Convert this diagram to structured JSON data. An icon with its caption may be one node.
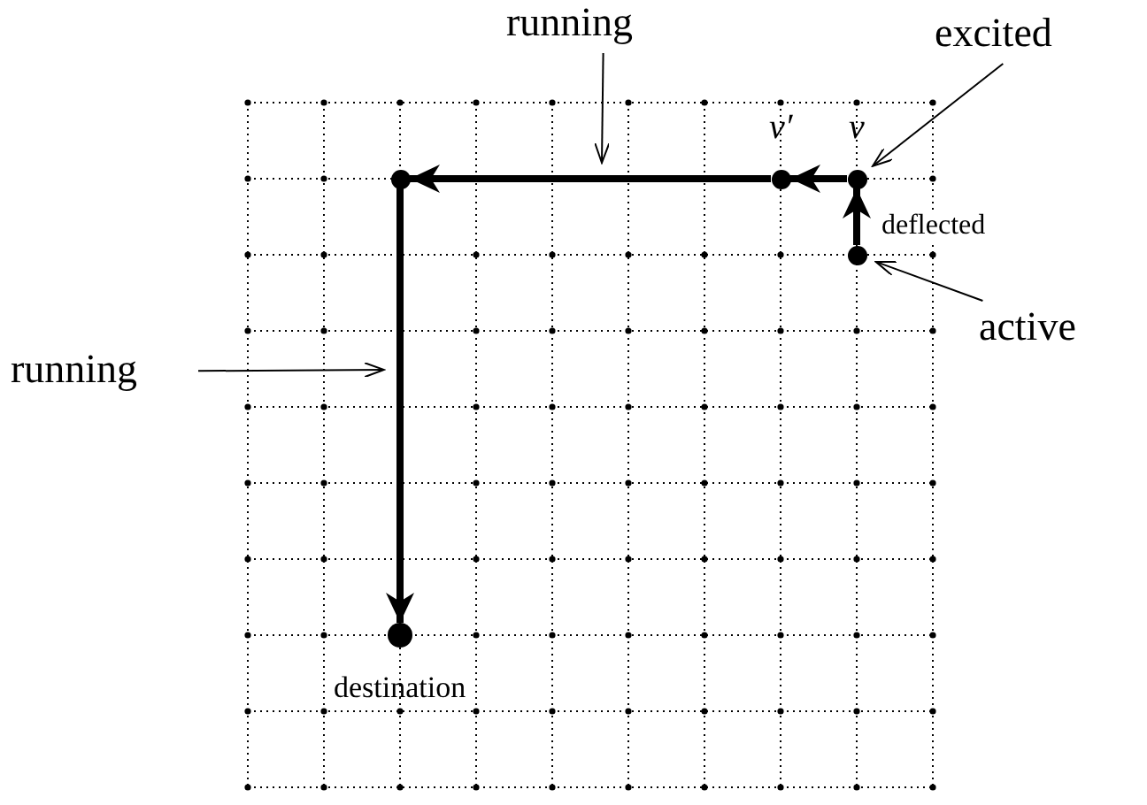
{
  "diagram": {
    "nodes": [
      {
        "text": [
          "excited"
        ]
      },
      {
        "text": [],
        "shape": "circle",
        "beside": [
          "v"
        ]
      },
      {
        "text": [],
        "shape": "circle",
        "beside": [
          "v′"
        ]
      },
      {
        "text": [],
        "shape": "circle"
      },
      {
        "text": [
          "active"
        ]
      },
      {
        "text": [
          "running"
        ]
      },
      {
        "text": [],
        "shape": "circle"
      },
      {
        "text": [
          "running"
        ]
      },
      {
        "text": [],
        "shape": "circle",
        "beside": [
          "destination"
        ]
      }
    ],
    "edges": [
      {
        "from": 3,
        "to": 1,
        "arrow": "to",
        "style": "thick",
        "label": "deflected"
      },
      {
        "from": 1,
        "to": 2,
        "arrow": "to",
        "style": "thick"
      },
      {
        "from": 2,
        "to": 6,
        "arrow": "to",
        "style": "thick"
      },
      {
        "from": 6,
        "to": 8,
        "arrow": "to",
        "style": "thick"
      },
      {
        "from": 0,
        "to": 1,
        "arrow": "to"
      },
      {
        "from": 4,
        "to": 3,
        "arrow": "to"
      },
      {
        "from": 5,
        "to": null,
        "arrow": "to"
      },
      {
        "from": 7,
        "to": null,
        "arrow": "to"
      }
    ]
  }
}
